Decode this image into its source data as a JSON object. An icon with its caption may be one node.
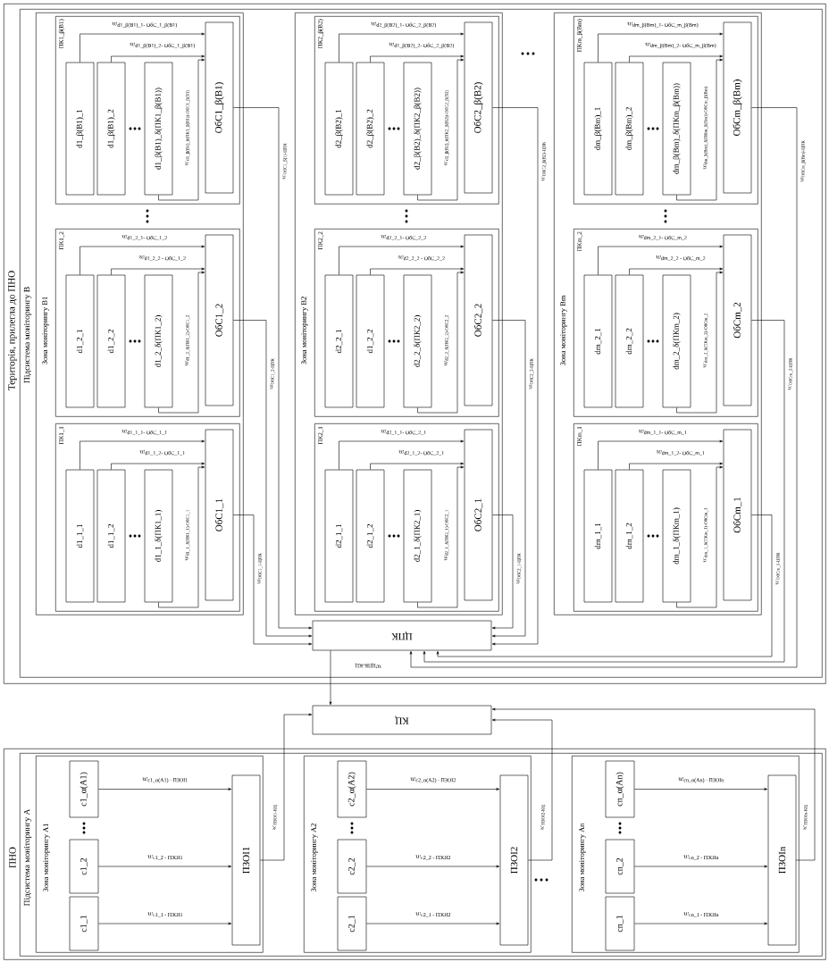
{
  "diagram": {
    "nodes": [
      {
        "text": [
          "Територія, прилегла до ПНО"
        ]
      },
      {
        "text": [
          "Підсистема моніторингу В"
        ],
        "in": 0
      },
      {
        "text": [
          "Зона моніторингу В1"
        ],
        "in": 1
      },
      {
        "text": [
          "ПК1_β(В1)"
        ],
        "in": 2
      },
      {
        "text": [
          "d1_β(В1)_1"
        ],
        "in": 3
      },
      {
        "text": [
          "d1_β(В1)_2"
        ],
        "in": 3
      },
      {
        "text": [
          "d1_β(В1)_δ(ПК1_β(В1))"
        ],
        "in": 3
      },
      {
        "text": [
          "ОбС1_β(В1)"
        ],
        "in": 3
      },
      {
        "text": [
          "ПК1_2"
        ],
        "in": 2
      },
      {
        "text": [
          "d1_2_1"
        ],
        "in": 8
      },
      {
        "text": [
          "d1_2_2"
        ],
        "in": 8
      },
      {
        "text": [
          "d1_2_δ(ПК1_2)"
        ],
        "in": 8
      },
      {
        "text": [
          "ОбС1_2"
        ],
        "in": 8
      },
      {
        "text": [
          "ПК1_1"
        ],
        "in": 2
      },
      {
        "text": [
          "d1_1_1"
        ],
        "in": 13
      },
      {
        "text": [
          "d1_1_2"
        ],
        "in": 13
      },
      {
        "text": [
          "d1_1_δ(ПК1_1)"
        ],
        "in": 13
      },
      {
        "text": [
          "ОбС1_1"
        ],
        "in": 13
      },
      {
        "text": [
          "Зона моніторингу В2"
        ],
        "in": 1
      },
      {
        "text": [
          "ПК2_β(В2)"
        ],
        "in": 18
      },
      {
        "text": [
          "d2_β(В2)_1"
        ],
        "in": 19
      },
      {
        "text": [
          "d2_β(В2)_2"
        ],
        "in": 19
      },
      {
        "text": [
          "d2_β(В2)_δ(ПК2_β(В2))"
        ],
        "in": 19
      },
      {
        "text": [
          "ОбС2_β(В2)"
        ],
        "in": 19
      },
      {
        "text": [
          "ПК2_2"
        ],
        "in": 18
      },
      {
        "text": [
          "d2_2_1"
        ],
        "in": 24
      },
      {
        "text": [
          "d1_2_2"
        ],
        "in": 24
      },
      {
        "text": [
          "d2_2_δ(ПК2_2)"
        ],
        "in": 24
      },
      {
        "text": [
          "ОбС2_2"
        ],
        "in": 24
      },
      {
        "text": [
          "ПК2_1"
        ],
        "in": 18
      },
      {
        "text": [
          "d2_1_1"
        ],
        "in": 29
      },
      {
        "text": [
          "d2_1_2"
        ],
        "in": 29
      },
      {
        "text": [
          "d2_1_δ(ПК2_1)"
        ],
        "in": 29
      },
      {
        "text": [
          "ОбС2_1"
        ],
        "in": 29
      },
      {
        "text": [
          "Зона моніторингу Вm"
        ],
        "in": 1
      },
      {
        "text": [
          "ПКm_β(Вm)"
        ],
        "in": 34
      },
      {
        "text": [
          "dm_β(Вm)_1"
        ],
        "in": 35
      },
      {
        "text": [
          "dm_β(Вm)_2"
        ],
        "in": 35
      },
      {
        "text": [
          "dm_β(Вm)_δ(ПКm_β(Вm))"
        ],
        "in": 35
      },
      {
        "text": [
          "ОбСm_β(Вm)"
        ],
        "in": 35
      },
      {
        "text": [
          "ПКm_2"
        ],
        "in": 34
      },
      {
        "text": [
          "dm_2_1"
        ],
        "in": 40
      },
      {
        "text": [
          "dm_2_2"
        ],
        "in": 40
      },
      {
        "text": [
          "dm_2_δ(ПКm_2)"
        ],
        "in": 40
      },
      {
        "text": [
          "ОбСm_2"
        ],
        "in": 40
      },
      {
        "text": [
          "ПКm_1"
        ],
        "in": 34
      },
      {
        "text": [
          "dm_1_1"
        ],
        "in": 45
      },
      {
        "text": [
          "dm_1_2"
        ],
        "in": 45
      },
      {
        "text": [
          "dm_1_δ(ПКm_1)"
        ],
        "in": 45
      },
      {
        "text": [
          "ОбСm_1"
        ],
        "in": 45
      },
      {
        "text": [
          "ЦПК"
        ],
        "in": 1
      },
      {
        "text": [
          "КЦ"
        ]
      },
      {
        "text": [
          "ПНО"
        ]
      },
      {
        "text": [
          "Підсистема моніторингу А"
        ],
        "in": 52
      },
      {
        "text": [
          "Зона моніторингу А1"
        ],
        "in": 53
      },
      {
        "text": [
          "c1_α(А1)"
        ],
        "in": 54
      },
      {
        "text": [
          "c1_2"
        ],
        "in": 54
      },
      {
        "text": [
          "c1_1"
        ],
        "in": 54
      },
      {
        "text": [
          "ПЗОІ1"
        ],
        "in": 54
      },
      {
        "text": [
          "Зона моніторингу А2"
        ],
        "in": 53
      },
      {
        "text": [
          "c2_α(А2)"
        ],
        "in": 59
      },
      {
        "text": [
          "c2_2"
        ],
        "in": 59
      },
      {
        "text": [
          "c2_1"
        ],
        "in": 59
      },
      {
        "text": [
          "ПЗОІ2"
        ],
        "in": 59
      },
      {
        "text": [
          "Зона моніторингу Аn"
        ],
        "in": 53
      },
      {
        "text": [
          "cn_α(Аn)"
        ],
        "in": 64
      },
      {
        "text": [
          "cn_2"
        ],
        "in": 64
      },
      {
        "text": [
          "cn_1"
        ],
        "in": 64
      },
      {
        "text": [
          "ПЗОІn"
        ],
        "in": 64
      }
    ],
    "edges": [
      {
        "from": 4,
        "to": 7,
        "arrow": "to",
        "label": "w_{\\text{d1\\_β(В1)\\_1- ОбС\\_1\\_β(В1)}}"
      },
      {
        "from": 5,
        "to": 7,
        "arrow": "to",
        "label": "w_{\\text{d1\\_β(В1)\\_2- ОбС\\_1\\_β(В1)}}"
      },
      {
        "from": 6,
        "to": 7,
        "arrow": "to",
        "label": "w_{\\text{d1\\_β(В1)\\_δ(ПК1\\_β(В1))-ОбС1\\_β(В1)}}"
      },
      {
        "from": 9,
        "to": 12,
        "arrow": "to",
        "label": "w_{\\text{d1\\_2\\_1- ОбС\\_1\\_2}}"
      },
      {
        "from": 10,
        "to": 12,
        "arrow": "to",
        "label": "w_{\\text{d1\\_2\\_2 - ОбС\\_1\\_2}}"
      },
      {
        "from": 11,
        "to": 12,
        "arrow": "to",
        "label": "w_{\\text{d1\\_2\\_δ(ПК1\\_2)-ОбС1\\_2}}"
      },
      {
        "from": 14,
        "to": 17,
        "arrow": "to",
        "label": "w_{\\text{d1\\_1\\_1- ОбС\\_1\\_1}}"
      },
      {
        "from": 15,
        "to": 17,
        "arrow": "to",
        "label": "w_{\\text{d1\\_1\\_2- ОбС\\_1\\_1}}"
      },
      {
        "from": 16,
        "to": 17,
        "arrow": "to",
        "label": "w_{\\text{d1\\_1\\_δ(ПК1\\_1)-ОбС1\\_1}}"
      },
      {
        "from": 20,
        "to": 23,
        "arrow": "to",
        "label": "w_{\\text{d2\\_β(В2)\\_1- ОбС\\_2\\_β(В2)}}"
      },
      {
        "from": 21,
        "to": 23,
        "arrow": "to",
        "label": "w_{\\text{d1\\_β(В2)\\_2- ОбС\\_2\\_β(В2)}}"
      },
      {
        "from": 22,
        "to": 23,
        "arrow": "to",
        "label": "w_{\\text{d2\\_β(В2)\\_δ(ПК2\\_β(В2))-ОбС2\\_β(В2)}}"
      },
      {
        "from": 25,
        "to": 28,
        "arrow": "to",
        "label": "w_{\\text{d2\\_2\\_1- ОбС\\_2\\_2}}"
      },
      {
        "from": 26,
        "to": 28,
        "arrow": "to",
        "label": "w_{\\text{d2\\_2\\_2 - ОбС\\_2\\_2}}"
      },
      {
        "from": 27,
        "to": 28,
        "arrow": "to",
        "label": "w_{\\text{d2\\_2\\_δ(ПК2\\_2)-ОбС2\\_2}}"
      },
      {
        "from": 30,
        "to": 33,
        "arrow": "to",
        "label": "w_{\\text{d2\\_1\\_1- ОбС\\_2\\_1}}"
      },
      {
        "from": 31,
        "to": 33,
        "arrow": "to",
        "label": "w_{\\text{d2\\_1\\_2- ОбС\\_2\\_1}}"
      },
      {
        "from": 32,
        "to": 33,
        "arrow": "to",
        "label": "w_{\\text{d2\\_1\\_δ(ПК2\\_1)-ОбС2\\_1}}"
      },
      {
        "from": 36,
        "to": 39,
        "arrow": "to",
        "label": "w_{\\text{dm\\_β(Вm)\\_1- ОбС\\_m\\_β(Вm)}}"
      },
      {
        "from": 37,
        "to": 39,
        "arrow": "to",
        "label": "w_{\\text{dm\\_β(Вm)\\_2- ОбС\\_m\\_β(Вm)}}"
      },
      {
        "from": 38,
        "to": 39,
        "arrow": "to",
        "label": "w_{\\text{dm\\_β(Вm)\\_δ(ПКm\\_β(Вm))-ОбСm\\_β(Вm)}}"
      },
      {
        "from": 41,
        "to": 44,
        "arrow": "to",
        "label": "w_{\\text{dm\\_2\\_1- ОбС\\_m\\_2}}"
      },
      {
        "from": 42,
        "to": 44,
        "arrow": "to",
        "label": "w_{\\text{dm\\_2\\_2 - ОбС\\_m\\_2}}"
      },
      {
        "from": 43,
        "to": 44,
        "arrow": "to",
        "label": "w_{\\text{dm\\_2\\_δ(ПКm\\_2)-ОбСm\\_2}}"
      },
      {
        "from": 46,
        "to": 49,
        "arrow": "to",
        "label": "w_{\\text{dm\\_1\\_1- ОбС\\_m\\_1}}"
      },
      {
        "from": 47,
        "to": 49,
        "arrow": "to",
        "label": "w_{\\text{dm\\_1\\_2- ОбС\\_m\\_1}}"
      },
      {
        "from": 48,
        "to": 49,
        "arrow": "to",
        "label": "w_{\\text{dm\\_1\\_δ(ПКm\\_1)-ОбСm\\_1}}"
      },
      {
        "from": 7,
        "to": 50,
        "arrow": "to",
        "label": "w_{\\text{ОбС1\\_β(1)-ЦПК}}"
      },
      {
        "from": 12,
        "to": 50,
        "arrow": "to",
        "label": "w_{\\text{ОбС1\\_2-ЦПК}}"
      },
      {
        "from": 17,
        "to": 50,
        "arrow": "to",
        "label": "w_{\\text{ОбС1\\_1-ЦПК}}"
      },
      {
        "from": 23,
        "to": 50,
        "arrow": "to",
        "label": "w_{\\text{ОбС2\\_β(В2)-ЦПК}}"
      },
      {
        "from": 28,
        "to": 50,
        "arrow": "to",
        "label": "w_{\\text{ОбС2\\_2-ЦПК}}"
      },
      {
        "from": 33,
        "to": 50,
        "arrow": "to",
        "label": "w_{\\text{ОбС2\\_1-ЦПК}}"
      },
      {
        "from": 39,
        "to": 50,
        "arrow": "to",
        "label": "w_{\\text{ОбСm\\_β(Вm)-ЦПК}}"
      },
      {
        "from": 44,
        "to": 50,
        "arrow": "to",
        "label": "w_{\\text{ОбСm\\_2-ЦПК}}"
      },
      {
        "from": 49,
        "to": 50,
        "arrow": "to",
        "label": "w_{\\text{ОбСm\\_1-ЦПК}}"
      },
      {
        "from": 50,
        "to": 51,
        "arrow": "to",
        "label": "w_{\\text{ЦПК-КЦ}}"
      },
      {
        "from": 55,
        "to": 58,
        "arrow": "to",
        "label": "w_{\\text{c1\\_α(А1) - ПЗОІ1}}"
      },
      {
        "from": 56,
        "to": 58,
        "arrow": "to",
        "label": "w_{\\text{c1\\_2 - ПЗОІ1}}"
      },
      {
        "from": 57,
        "to": 58,
        "arrow": "to",
        "label": "w_{\\text{c1\\_1 - ПЗОІ1}}"
      },
      {
        "from": 60,
        "to": 63,
        "arrow": "to",
        "label": "w_{\\text{c2\\_α(А2) - ПЗОІ2}}"
      },
      {
        "from": 61,
        "to": 63,
        "arrow": "to",
        "label": "w_{\\text{c2\\_2 - ПЗОІ2}}"
      },
      {
        "from": 62,
        "to": 63,
        "arrow": "to",
        "label": "w_{\\text{c2\\_1 - ПЗОІ2}}"
      },
      {
        "from": 65,
        "to": 68,
        "arrow": "to",
        "label": "w_{\\text{cn\\_α(Аn) - ПЗОІn}}"
      },
      {
        "from": 66,
        "to": 68,
        "arrow": "to",
        "label": "w_{\\text{cn\\_2 - ПЗОІn}}"
      },
      {
        "from": 67,
        "to": 68,
        "arrow": "to",
        "label": "w_{\\text{cn\\_1 - ПЗОІn}}"
      },
      {
        "from": 58,
        "to": 51,
        "arrow": "to",
        "label": "w_{\\text{ПЗОІ1-КЦ}}"
      },
      {
        "from": 63,
        "to": 51,
        "arrow": "to",
        "label": "w_{\\text{ПЗОІ2-КЦ}}"
      },
      {
        "from": 68,
        "to": 51,
        "arrow": "to",
        "label": "w_{\\text{ПЗОІn-КЦ}}"
      }
    ]
  }
}
